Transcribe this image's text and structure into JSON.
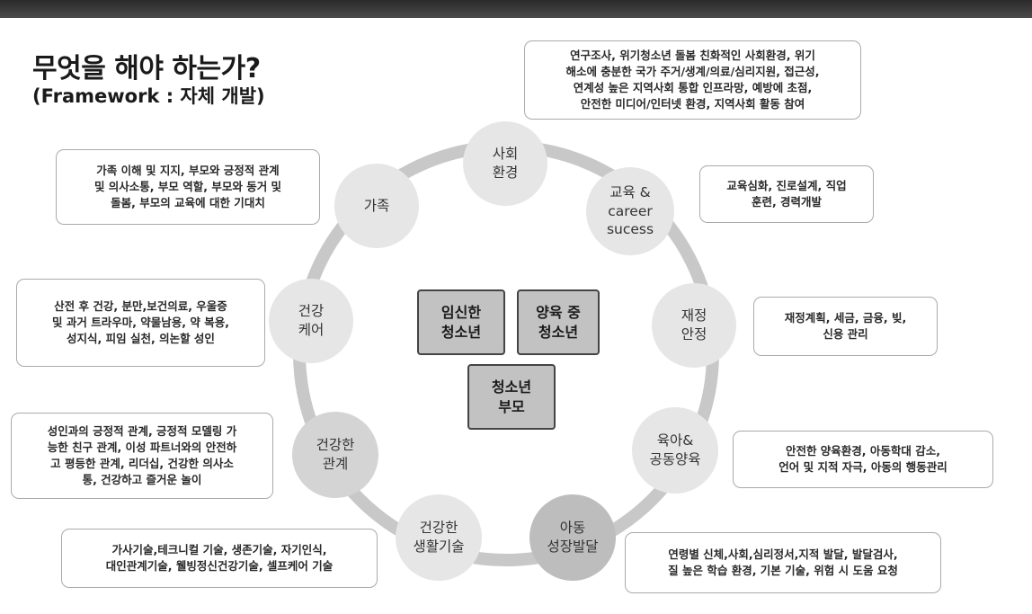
{
  "title": {
    "line1": "무엇을 해야 하는가?",
    "line2": "(Framework : 자체 개발)"
  },
  "center": {
    "pregnant": "임신한\n청소년",
    "parenting": "양육 중\n청소년",
    "parents": "청소년\n부모"
  },
  "nodes": {
    "social": "사회\n환경",
    "education": "교육 &\ncareer\nsucess",
    "finance": "재정\n안정",
    "childcare": "육아&\n공동양육",
    "child_dev": "아동\n성장발달",
    "life_skills": "건강한\n생활기술",
    "relations": "건강한\n관계",
    "health": "건강\n케어",
    "family": "가족"
  },
  "descriptions": {
    "social": "연구조사, 위기청소년 돌봄 친화적인 사회환경, 위기\n해소에 충분한 국가 주거/생계/의료/심리지원, 접근성,\n연계성 높은 지역사회 통합 인프라망, 예방에 초점,\n안전한 미디어/인터넷 환경, 지역사회 활동 참여",
    "education": "교육심화, 진로설계, 직업\n훈련, 경력개발",
    "finance": "재정계획, 세금, 금융, 빚,\n신용 관리",
    "childcare": "안전한 양육환경, 아동학대 감소,\n언어 및 지적 자극, 아동의 행동관리",
    "child_dev": "연령별 신체,사회,심리정서,지적 발달, 발달검사,\n질 높은 학습 환경, 기본 기술, 위험 시 도움 요청",
    "life_skills": "가사기술,테크니컬 기술, 생존기술, 자기인식,\n대인관계기술, 웰빙정신건강기술, 셀프케어 기술",
    "relations": "성인과의 긍정적 관계, 긍정적 모델링 가\n능한 친구 관계, 이성 파트너와의 안전하\n고 평등한 관계, 리더십, 건강한 의사소\n통, 건강하고 즐거운 놀이",
    "health": "산전 후 건강, 분만,보건의료, 우울증\n및 과거 트라우마, 약물남용, 약 복용,\n성지식, 피임 실천, 의논할 성인",
    "family": "가족 이해 및 지지, 부모와 긍정적 관계\n및 의사소통, 부모 역할, 부모와 동거 및\n돌봄, 부모의 교육에 대한 기대치"
  },
  "colors": {
    "ring": "#c8c8c8",
    "node_light": "#e6e6e6",
    "node_mid": "#d4d4d4",
    "node_dark": "#bdbdbd",
    "center_fill": "#c2c2c2",
    "topbar": "#3a3a3a"
  }
}
